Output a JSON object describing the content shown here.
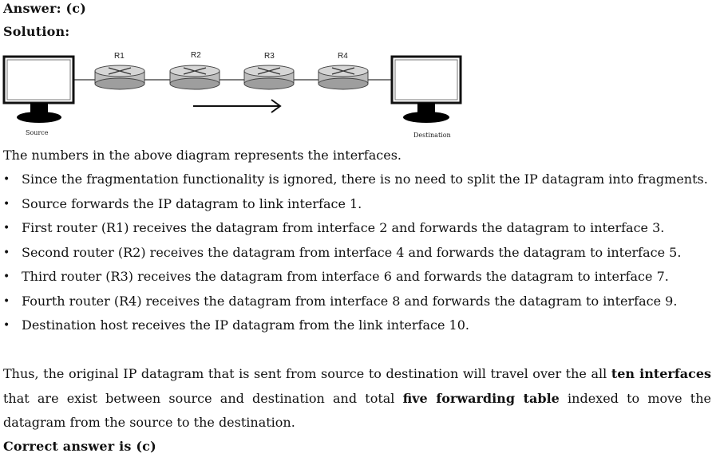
{
  "answer": "Answer:  (c)",
  "solution": "Solution:",
  "diagram": {
    "routers": [
      "R1",
      "R2",
      "R3",
      "R4"
    ],
    "source_label": "Source",
    "destination_label": "Destination"
  },
  "intro": "The numbers in the above diagram represents the interfaces.",
  "bullets": [
    "Since the fragmentation functionality is ignored, there is no need to split the IP datagram into fragments.",
    "Source forwards the IP datagram to link interface 1.",
    "First router (R1) receives the datagram from interface 2 and forwards the datagram to interface 3.",
    "Second router (R2) receives the datagram from interface 4 and forwards the datagram to interface 5.",
    "Third router (R3) receives the datagram from interface 6 and forwards the datagram to interface 7.",
    "Fourth router (R4) receives the datagram from interface 8 and forwards the datagram to interface 9.",
    "Destination host receives the IP datagram from the link interface 10."
  ],
  "conclusion": {
    "part1": "Thus, the original IP datagram that is sent from source to destination will travel over the all ",
    "bold1": "ten interfaces",
    "part2": " that are exist between source and destination and total ",
    "bold2": "five forwarding table",
    "part3": " indexed to move the datagram from the source to the destination."
  },
  "correct": "Correct answer is (c)"
}
